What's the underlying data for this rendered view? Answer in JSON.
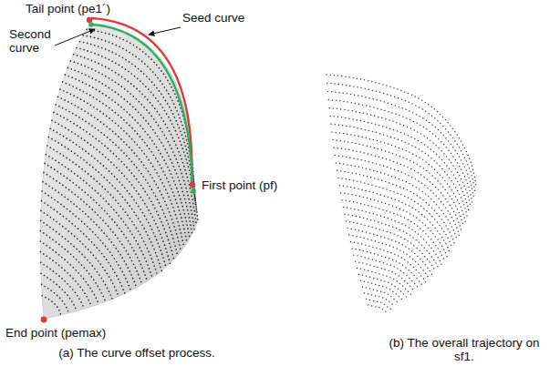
{
  "diagram": {
    "labels": [
      "Tail point (pe1´)",
      "Seed curve",
      "Second curve",
      "First point (pf)",
      "End point (pemax)",
      "(a) The curve offset process.",
      "(b) The overall trajectory on sf1."
    ]
  }
}
